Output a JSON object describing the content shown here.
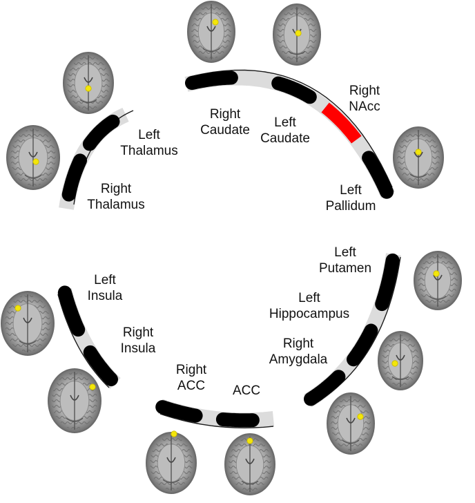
{
  "colors": {
    "track": "#dcdcdc",
    "track_edge": "#1a1a1a",
    "segment": "#000000",
    "highlight": "#ff0000",
    "dot": "#f3e60a",
    "brain_dark": "#6b6b6b",
    "brain_light": "#bdbdbd"
  },
  "regions": {
    "left_thalamus": {
      "line1": "Left",
      "line2": "Thalamus",
      "highlighted": false
    },
    "right_thalamus": {
      "line1": "Right",
      "line2": "Thalamus",
      "highlighted": false
    },
    "right_caudate": {
      "line1": "Right",
      "line2": "Caudate",
      "highlighted": false
    },
    "left_caudate": {
      "line1": "Left",
      "line2": "Caudate",
      "highlighted": false
    },
    "right_nacc": {
      "line1": "Right",
      "line2": "NAcc",
      "highlighted": true
    },
    "left_pallidum": {
      "line1": "Left",
      "line2": "Pallidum",
      "highlighted": false
    },
    "left_putamen": {
      "line1": "Left",
      "line2": "Putamen",
      "highlighted": false
    },
    "left_hippocampus": {
      "line1": "Left",
      "line2": "Hippocampus",
      "highlighted": false
    },
    "right_amygdala": {
      "line1": "Right",
      "line2": "Amygdala",
      "highlighted": false
    },
    "left_insula": {
      "line1": "Left",
      "line2": "Insula",
      "highlighted": false
    },
    "right_insula": {
      "line1": "Right",
      "line2": "Insula",
      "highlighted": false
    },
    "right_acc": {
      "line1": "Right",
      "line2": "ACC",
      "highlighted": false
    },
    "acc": {
      "line1": "ACC",
      "line2": "",
      "highlighted": false
    }
  },
  "icons": {
    "brain": "axial-brain-mri-slice-icon",
    "marker": "yellow-dot-marker"
  }
}
